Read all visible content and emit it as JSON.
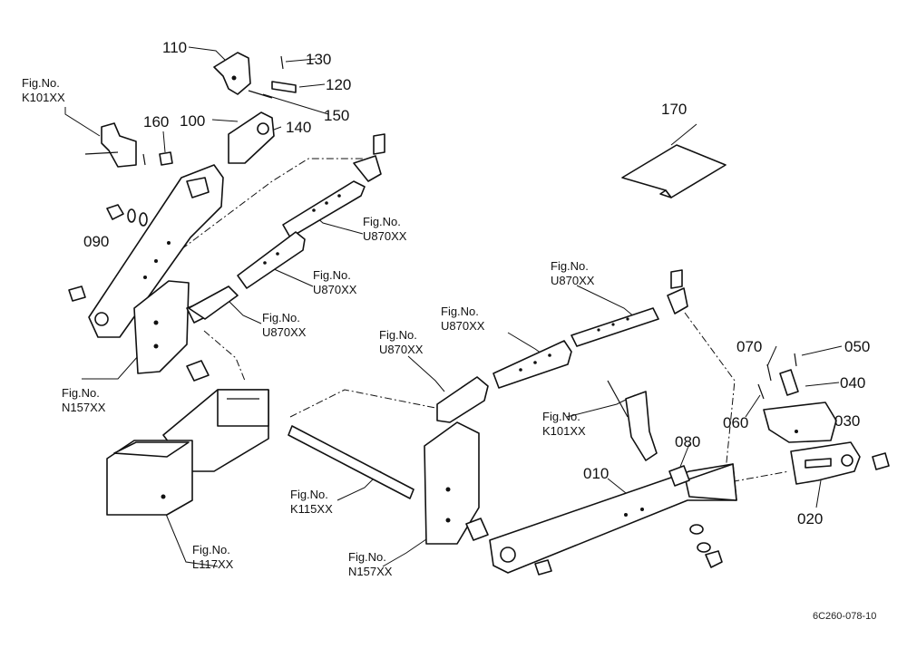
{
  "part_numbers": [
    "110",
    "130",
    "120",
    "150",
    "140",
    "100",
    "160",
    "170",
    "090",
    "070",
    "050",
    "040",
    "060",
    "030",
    "080",
    "010",
    "020"
  ],
  "figure_refs": {
    "k101_top": [
      "Fig.No.",
      "K101XX"
    ],
    "u870_a": [
      "Fig.No.",
      "U870XX"
    ],
    "u870_b": [
      "Fig.No.",
      "U870XX"
    ],
    "u870_c": [
      "Fig.No.",
      "U870XX"
    ],
    "u870_d": [
      "Fig.No.",
      "U870XX"
    ],
    "u870_e": [
      "Fig.No.",
      "U870XX"
    ],
    "u870_f": [
      "Fig.No.",
      "U870XX"
    ],
    "n157_left": [
      "Fig.No.",
      "N157XX"
    ],
    "k101_right": [
      "Fig.No.",
      "K101XX"
    ],
    "k115": [
      "Fig.No.",
      "K115XX"
    ],
    "l117": [
      "Fig.No.",
      "L117XX"
    ],
    "n157_bottom": [
      "Fig.No.",
      "N157XX"
    ]
  },
  "drawing_code": "6C260-078-10"
}
